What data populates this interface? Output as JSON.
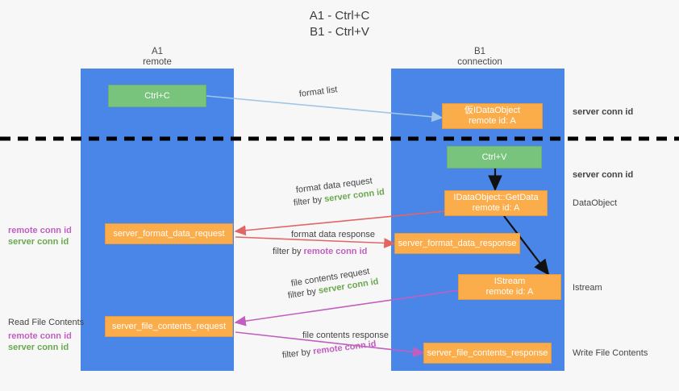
{
  "title": {
    "line1": "A1 - Ctrl+C",
    "line2": "B1 - Ctrl+V"
  },
  "lanes": [
    {
      "name": "A1",
      "sub": "remote",
      "color": "#4a86e8"
    },
    {
      "name": "B1",
      "sub": "connection",
      "color": "#4a86e8"
    }
  ],
  "colors": {
    "lane": "#4a86e8",
    "green_box": "#78c47d",
    "orange_box": "#fbad4b",
    "server_conn": "#6aa84f",
    "remote_conn": "#c15fc1",
    "arrow_blue": "#9fc5e8",
    "arrow_red": "#e06666",
    "arrow_magenta": "#c15fc1",
    "arrow_black": "#000000",
    "divider": "#000000"
  },
  "boxes": {
    "ctrl_c": {
      "line1": "Ctrl+C",
      "line2": ""
    },
    "ctrl_v": {
      "line1": "Ctrl+V",
      "line2": ""
    },
    "idataobject": {
      "line1": "仮IDataObject",
      "line2": "remote id: A"
    },
    "getdata": {
      "line1": "IDataObject::GetData",
      "line2": "remote id: A"
    },
    "istream": {
      "line1": "IStream",
      "line2": "remote id: A"
    },
    "server_format_data_request": {
      "line1": "server_format_data_request",
      "line2": ""
    },
    "server_format_data_response": {
      "line1": "server_format_data_response",
      "line2": ""
    },
    "server_file_contents_request": {
      "line1": "server_file_contents_request",
      "line2": ""
    },
    "server_file_contents_response": {
      "line1": "server_file_contents_response",
      "line2": ""
    }
  },
  "arrow_labels": {
    "format_list": "format list",
    "format_data_request": "format data request",
    "format_data_response": "format data response",
    "file_contents_request": "file contents request",
    "file_contents_response": "file contents response",
    "filter_by": "filter by ",
    "server_conn_id": "server conn id",
    "remote_conn_id": "remote conn id"
  },
  "right_labels": {
    "server_conn_id_top": "server conn id",
    "server_conn_id_mid": "server conn id",
    "dataobject": "DataObject",
    "istream": "Istream",
    "write_file_contents": "Write File Contents"
  },
  "left_labels": {
    "read_file_contents": "Read File Contents",
    "remote_conn_id": "remote conn id",
    "server_conn_id": "server conn id"
  }
}
